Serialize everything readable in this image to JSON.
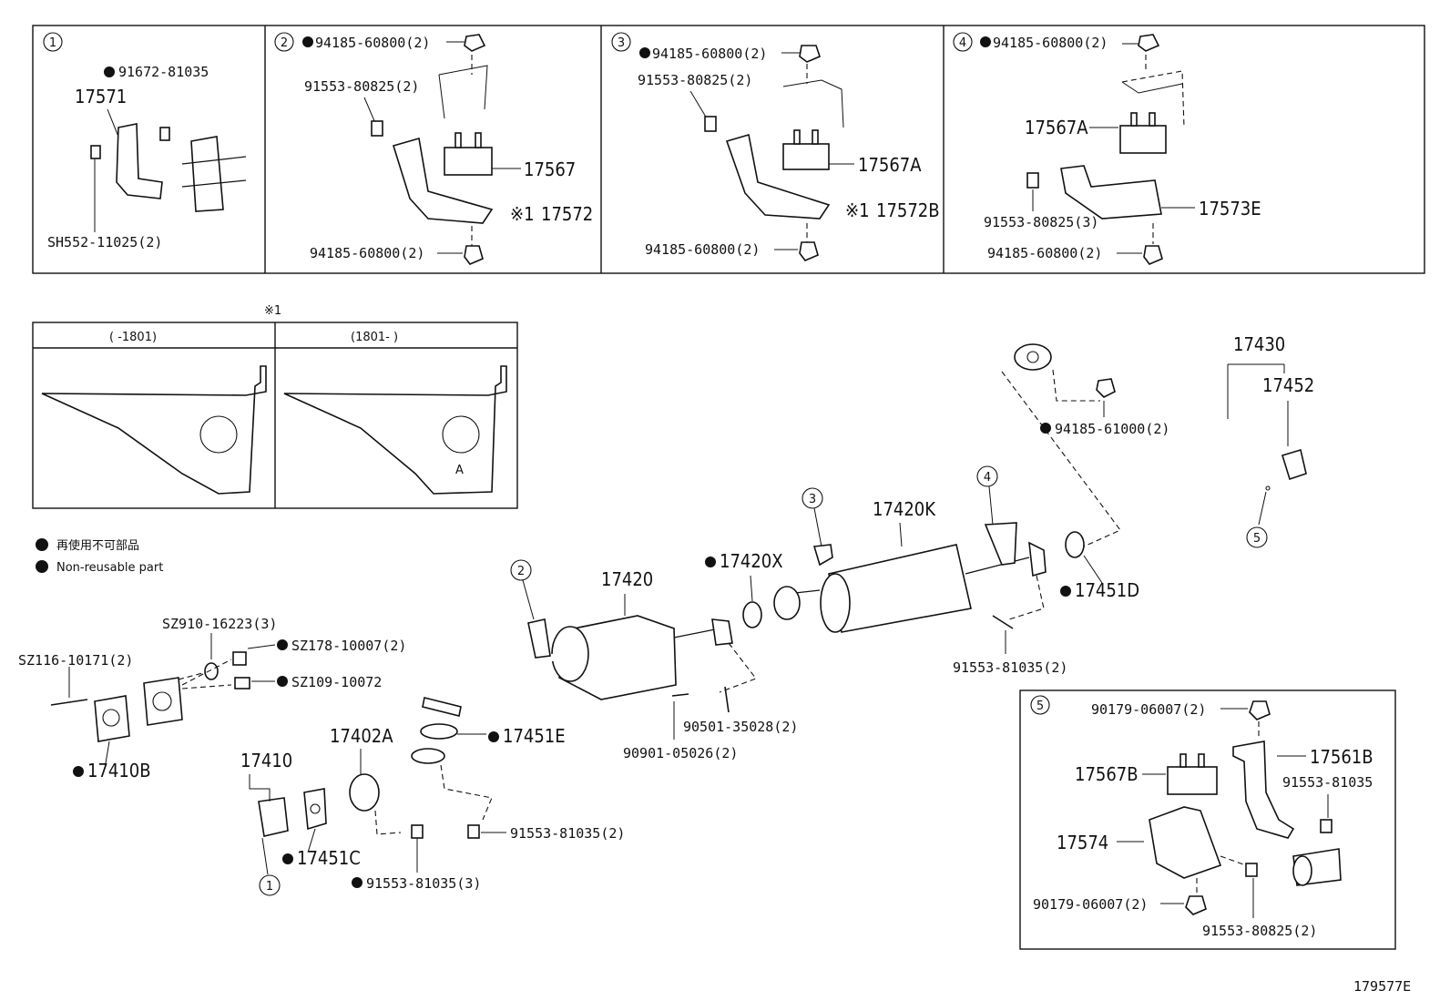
{
  "diagram_code": "179577E",
  "footnote_marker": "※1",
  "variants": {
    "left": "(     -1801)",
    "right": "(1801-     )",
    "detail_label": "A"
  },
  "legend": {
    "jp": "再使用不可部品",
    "en": "Non-reusable part"
  },
  "panels": {
    "p1": {
      "num": "1",
      "labels": [
        "91672-81035",
        "17571",
        "SH552-11025(2)"
      ]
    },
    "p2": {
      "num": "2",
      "labels": [
        "94185-60800(2)",
        "91553-80825(2)",
        "17567",
        "17572",
        "94185-60800(2)"
      ]
    },
    "p3": {
      "num": "3",
      "labels": [
        "94185-60800(2)",
        "91553-80825(2)",
        "17567A",
        "17572B",
        "94185-60800(2)"
      ]
    },
    "p4": {
      "num": "4",
      "labels": [
        "94185-60800(2)",
        "17567A",
        "91553-80825(3)",
        "17573E",
        "94185-60800(2)"
      ]
    },
    "p5": {
      "num": "5",
      "labels": [
        "90179-06007(2)",
        "17561B",
        "17567B",
        "91553-81035",
        "17574",
        "90179-06007(2)",
        "91553-80825(2)"
      ]
    }
  },
  "main_labels": {
    "l17430": "17430",
    "l17452": "17452",
    "l94185_61000": "94185-61000(2)",
    "l17420K": "17420K",
    "l17420X": "17420X",
    "l17451D": "17451D",
    "l91553_81035a": "91553-81035(2)",
    "l17420": "17420",
    "l90501": "90501-35028(2)",
    "l90901": "90901-05026(2)",
    "l17451E": "17451E",
    "l17402A": "17402A",
    "l91553_81035b": "91553-81035(2)",
    "l91553_81035c": "91553-81035(3)",
    "l17451C": "17451C",
    "l17410": "17410",
    "l17410B": "17410B",
    "lSZ116": "SZ116-10171(2)",
    "lSZ910": "SZ910-16223(3)",
    "lSZ178": "SZ178-10007(2)",
    "lSZ109": "SZ109-10072"
  },
  "callouts": [
    "1",
    "2",
    "3",
    "4",
    "5"
  ]
}
